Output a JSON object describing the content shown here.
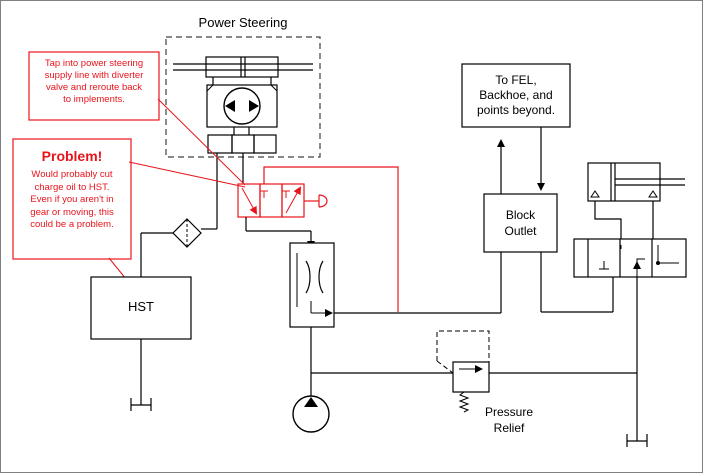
{
  "diagram": {
    "power_steering_title": "Power Steering",
    "note_tap_lines": [
      "Tap into power steering",
      "supply line with diverter",
      "valve and reroute back",
      "to implements."
    ],
    "problem_title": "Problem!",
    "problem_lines": [
      "Would probably cut",
      "charge oil to HST.",
      "Even if you aren't in",
      "gear or moving, this",
      "could be a problem."
    ],
    "fel_lines": [
      "To FEL,",
      "Backhoe, and",
      "points beyond."
    ],
    "block_outlet_lines": [
      "Block",
      "Outlet"
    ],
    "hst_label": "HST",
    "pressure_relief_lines": [
      "Pressure",
      "Relief"
    ]
  },
  "colors": {
    "line": "#000000",
    "accent_red": "#e8141c",
    "dashed_box": "#404040",
    "frame": "#808080"
  }
}
